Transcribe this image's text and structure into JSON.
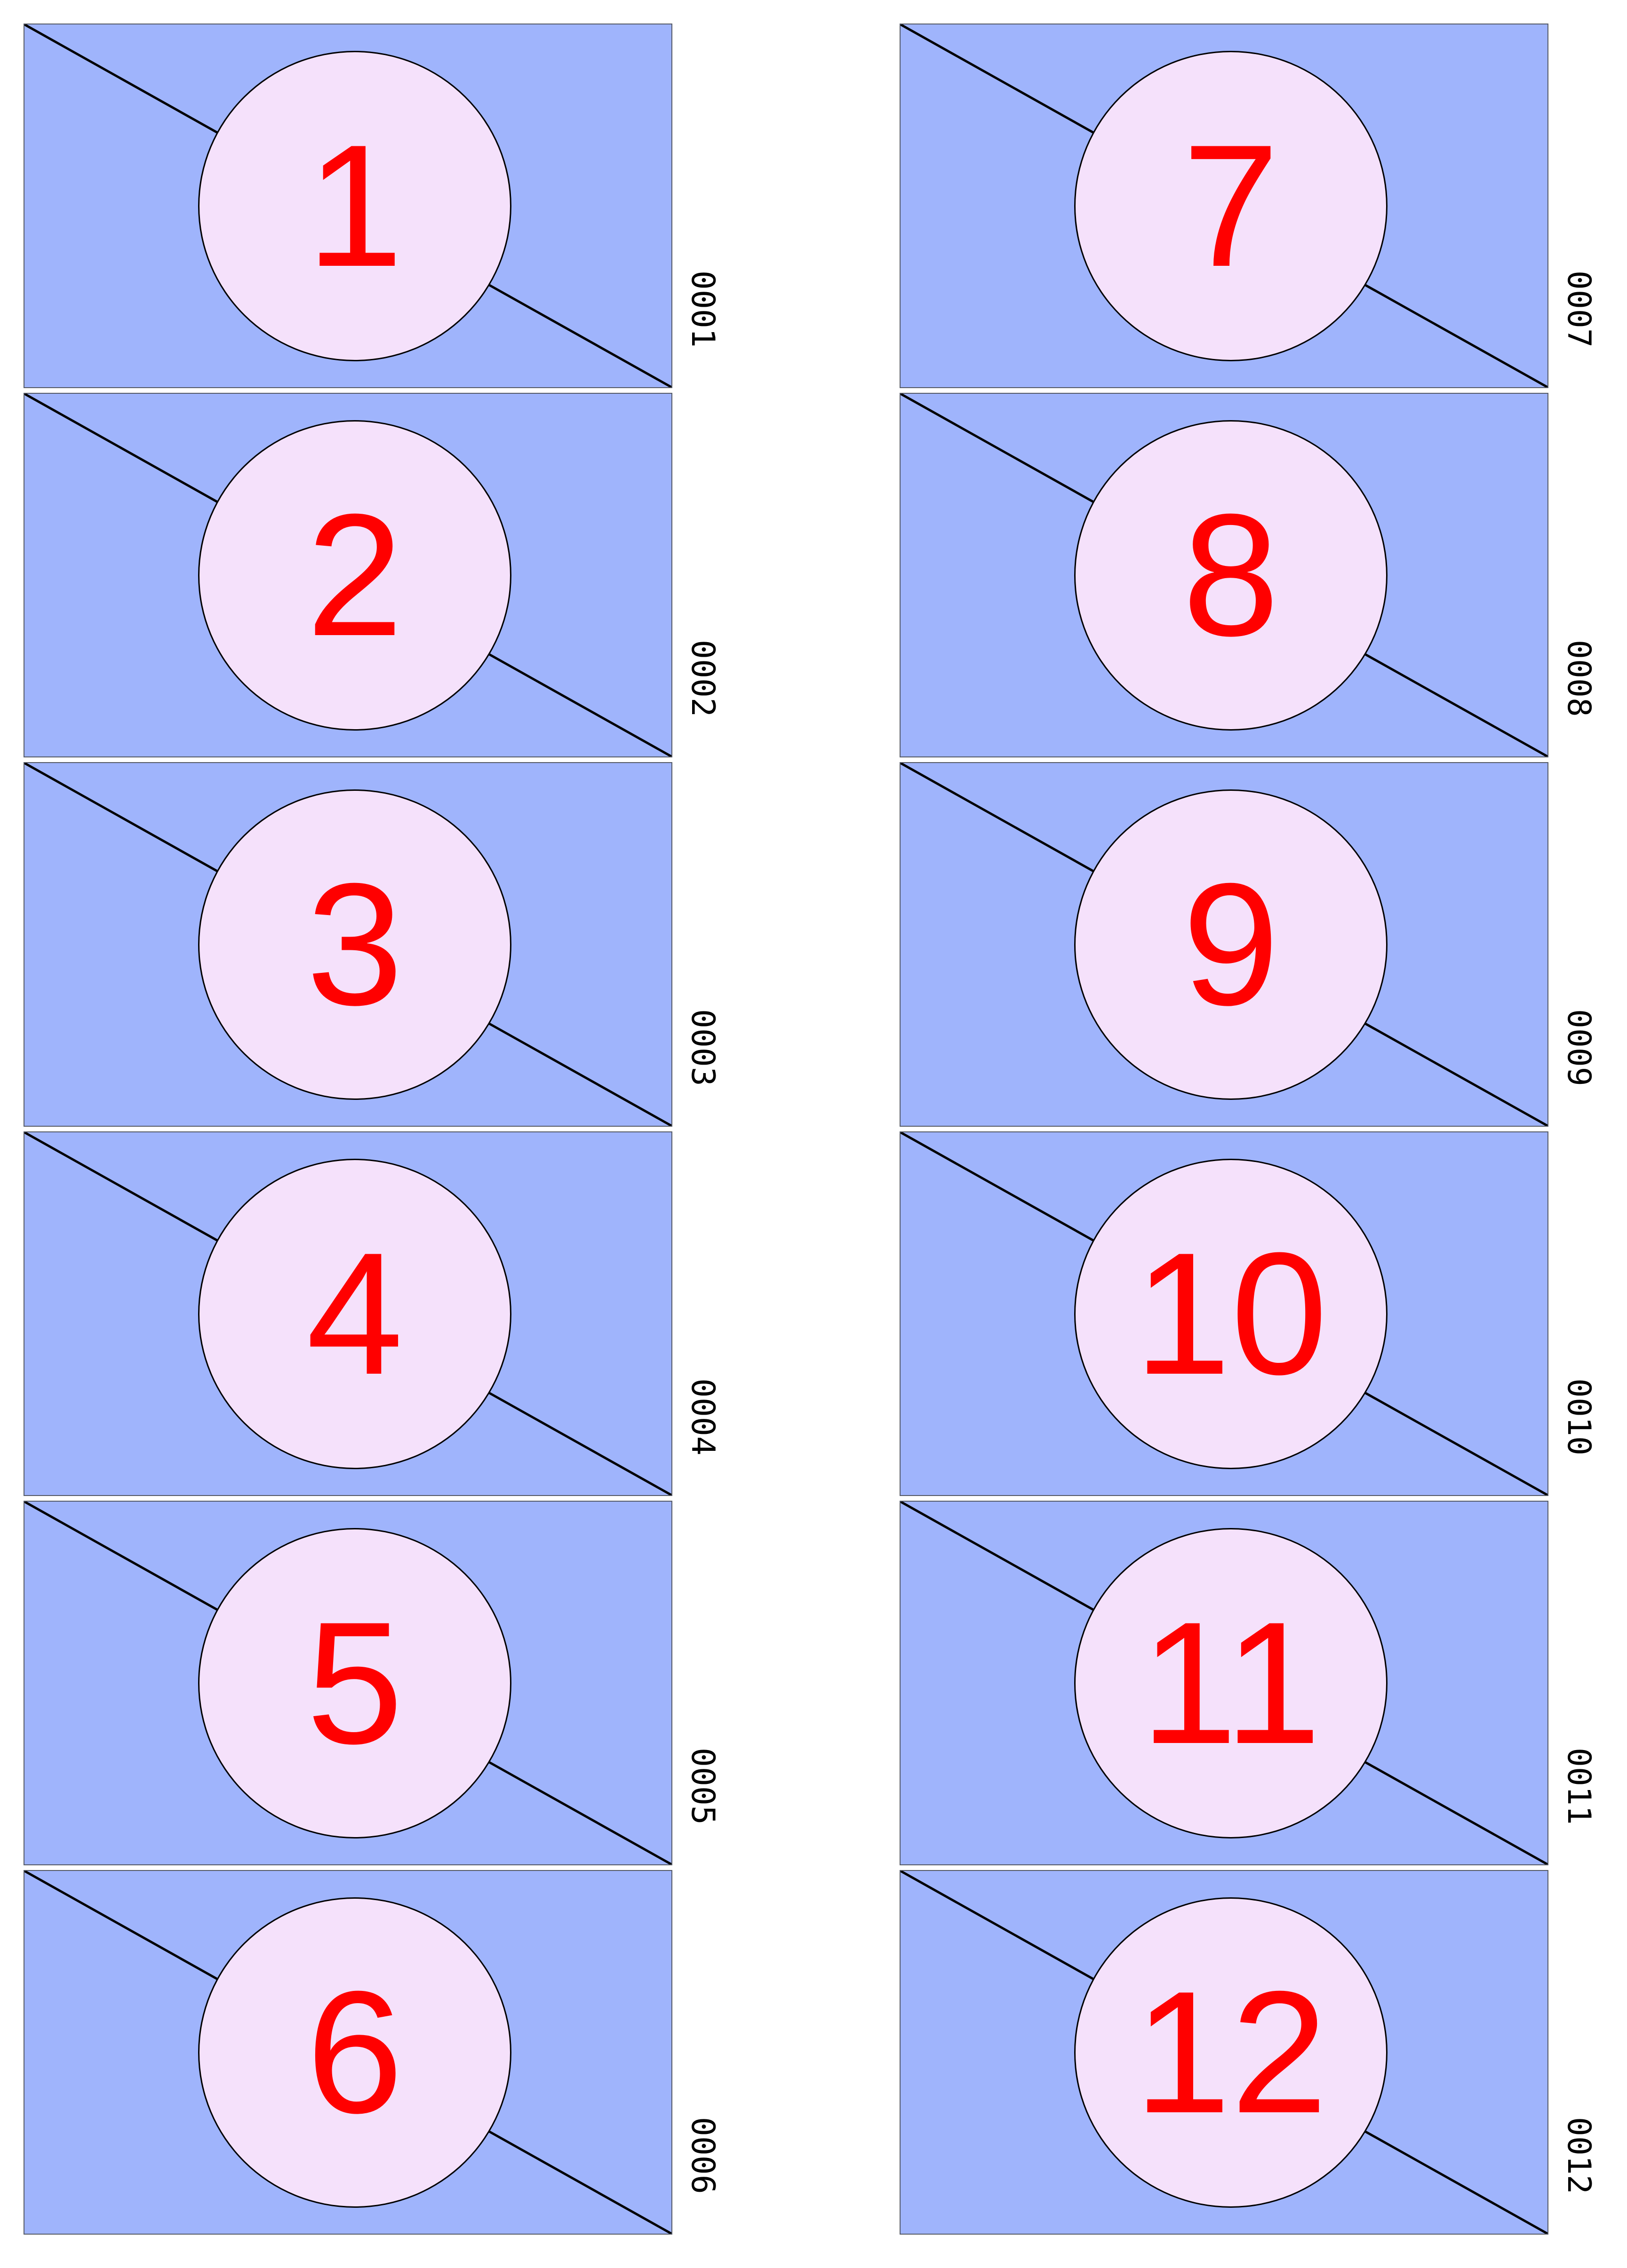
{
  "cards": [
    {
      "number": "1",
      "code": "0001"
    },
    {
      "number": "2",
      "code": "0002"
    },
    {
      "number": "3",
      "code": "0003"
    },
    {
      "number": "4",
      "code": "0004"
    },
    {
      "number": "5",
      "code": "0005"
    },
    {
      "number": "6",
      "code": "0006"
    },
    {
      "number": "7",
      "code": "0007"
    },
    {
      "number": "8",
      "code": "0008"
    },
    {
      "number": "9",
      "code": "0009"
    },
    {
      "number": "10",
      "code": "0010"
    },
    {
      "number": "11",
      "code": "0011"
    },
    {
      "number": "12",
      "code": "0012"
    }
  ],
  "colors": {
    "card_fill": "#9fb4fc",
    "disc_fill": "#f5e1fb",
    "number": "#ff0000",
    "outline": "#000000"
  }
}
